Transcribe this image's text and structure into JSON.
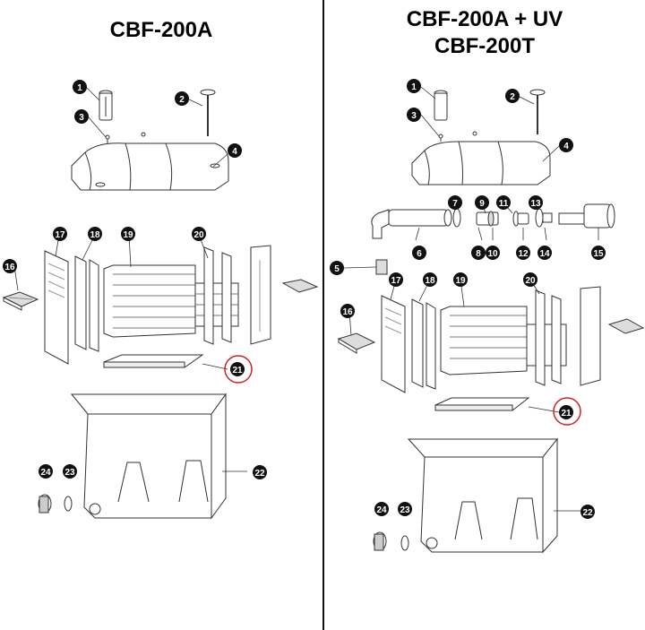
{
  "left": {
    "title": "CBF-200A",
    "callouts": [
      "1",
      "2",
      "3",
      "4",
      "16",
      "17",
      "18",
      "19",
      "20",
      "21",
      "22",
      "23",
      "24"
    ]
  },
  "right": {
    "title_line1": "CBF-200A + UV",
    "title_line2": "CBF-200T",
    "callouts": [
      "1",
      "2",
      "3",
      "4",
      "5",
      "6",
      "7",
      "8",
      "9",
      "10",
      "11",
      "12",
      "13",
      "14",
      "15",
      "16",
      "17",
      "18",
      "19",
      "20",
      "21",
      "22",
      "23",
      "24"
    ]
  },
  "highlight": {
    "part": "21",
    "color": "#d32020"
  },
  "colors": {
    "line": "#333333",
    "badge": "#111111",
    "fill": "#ffffff",
    "shade": "#e6e6e6"
  }
}
